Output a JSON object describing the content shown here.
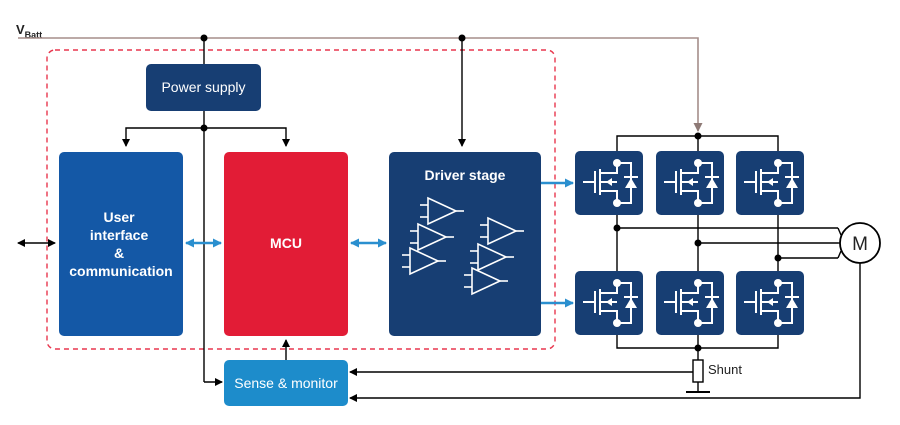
{
  "supply": {
    "label_main": "V",
    "label_sub": "Batt"
  },
  "blocks": {
    "power_supply": "Power supply",
    "user_interface": [
      "User",
      "interface",
      "&",
      "communication"
    ],
    "mcu": "MCU",
    "driver_stage": "Driver stage",
    "sense_monitor": "Sense & monitor"
  },
  "shunt": "Shunt",
  "motor": "M",
  "colors": {
    "dark_blue": "#173E73",
    "mid_blue": "#1458A6",
    "red": "#E21C36",
    "light_blue": "#1D8CCB",
    "arrow_blue": "#2A8FCF",
    "dashed_red": "#E8374E",
    "brown_line": "#A58E8A",
    "line": "#000000"
  }
}
